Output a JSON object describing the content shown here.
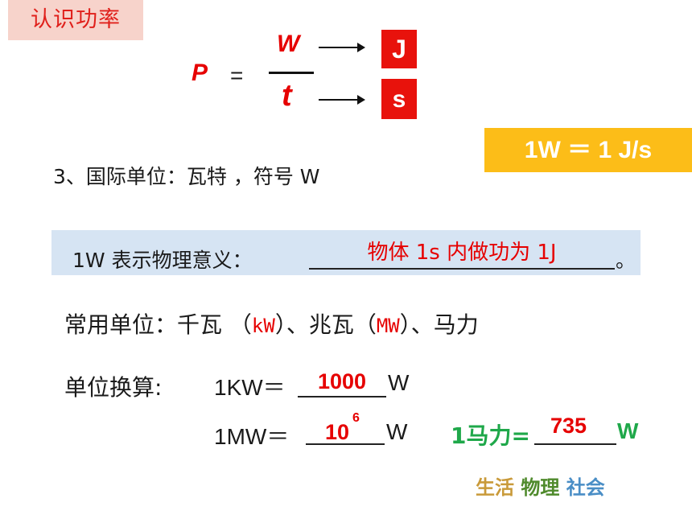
{
  "title": "认识功率",
  "formula": {
    "p": "P",
    "equals": "=",
    "numerator": "W",
    "denominator": "t",
    "unit_numerator": "J",
    "unit_denominator": "s"
  },
  "highlight": "1W ＝ 1 J/s",
  "si_unit_line": "3、国际单位：瓦特 ，符号 W",
  "meaning": {
    "label": "1W 表示物理意义：",
    "answer": "物体 1s 内做功为 1J",
    "period": "。"
  },
  "common_units": {
    "prefix": "常用单位：千瓦 （",
    "kw": "kW",
    "middle": "）、兆瓦（",
    "mw": "MW",
    "suffix": "）、马力"
  },
  "conversion": {
    "label": "单位换算:",
    "kw_left": "1KW＝",
    "kw_answer": "1000",
    "kw_unit": "W",
    "mw_left": "1MW＝",
    "mw_answer_base": "10",
    "mw_answer_exp": "6",
    "mw_unit": "W",
    "hp_left": "1马力=",
    "hp_answer": "735",
    "hp_unit": "W"
  },
  "footer": {
    "life": "生活",
    "physics": "物理",
    "society": "社会"
  },
  "colors": {
    "title_bg": "#f7d3cb",
    "red": "#e60000",
    "unit_box": "#e8120c",
    "highlight_bg": "#fcbd18",
    "band_bg": "#d6e4f3",
    "green": "#1fa84a"
  }
}
